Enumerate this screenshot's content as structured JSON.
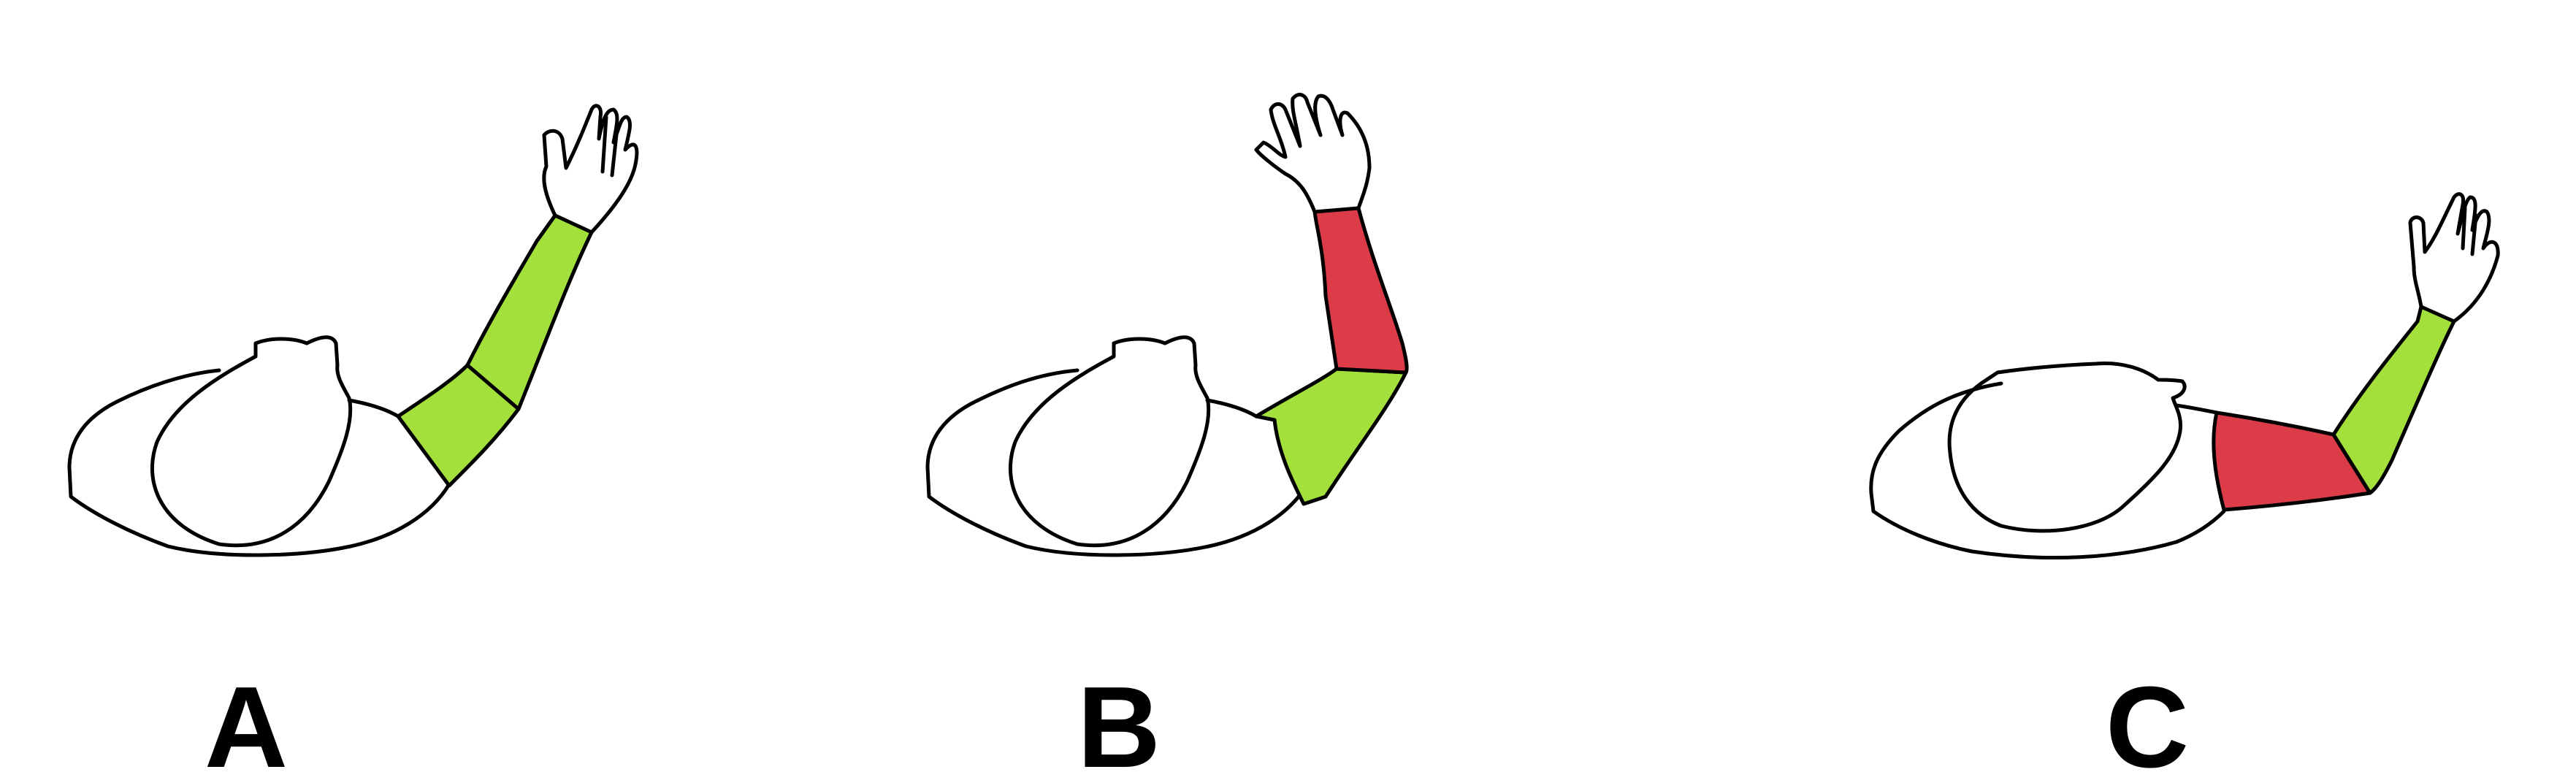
{
  "panels": [
    {
      "label": "A",
      "upper_arm_color": "#a4e03c",
      "forearm_color": "#a4e03c"
    },
    {
      "label": "B",
      "upper_arm_color": "#a4e03c",
      "forearm_color": "#dc3c48"
    },
    {
      "label": "C",
      "upper_arm_color": "#dc3c48",
      "forearm_color": "#a4e03c"
    }
  ],
  "colors": {
    "allowed": "#a4e03c",
    "restricted": "#dc3c48",
    "outline": "#000000"
  }
}
